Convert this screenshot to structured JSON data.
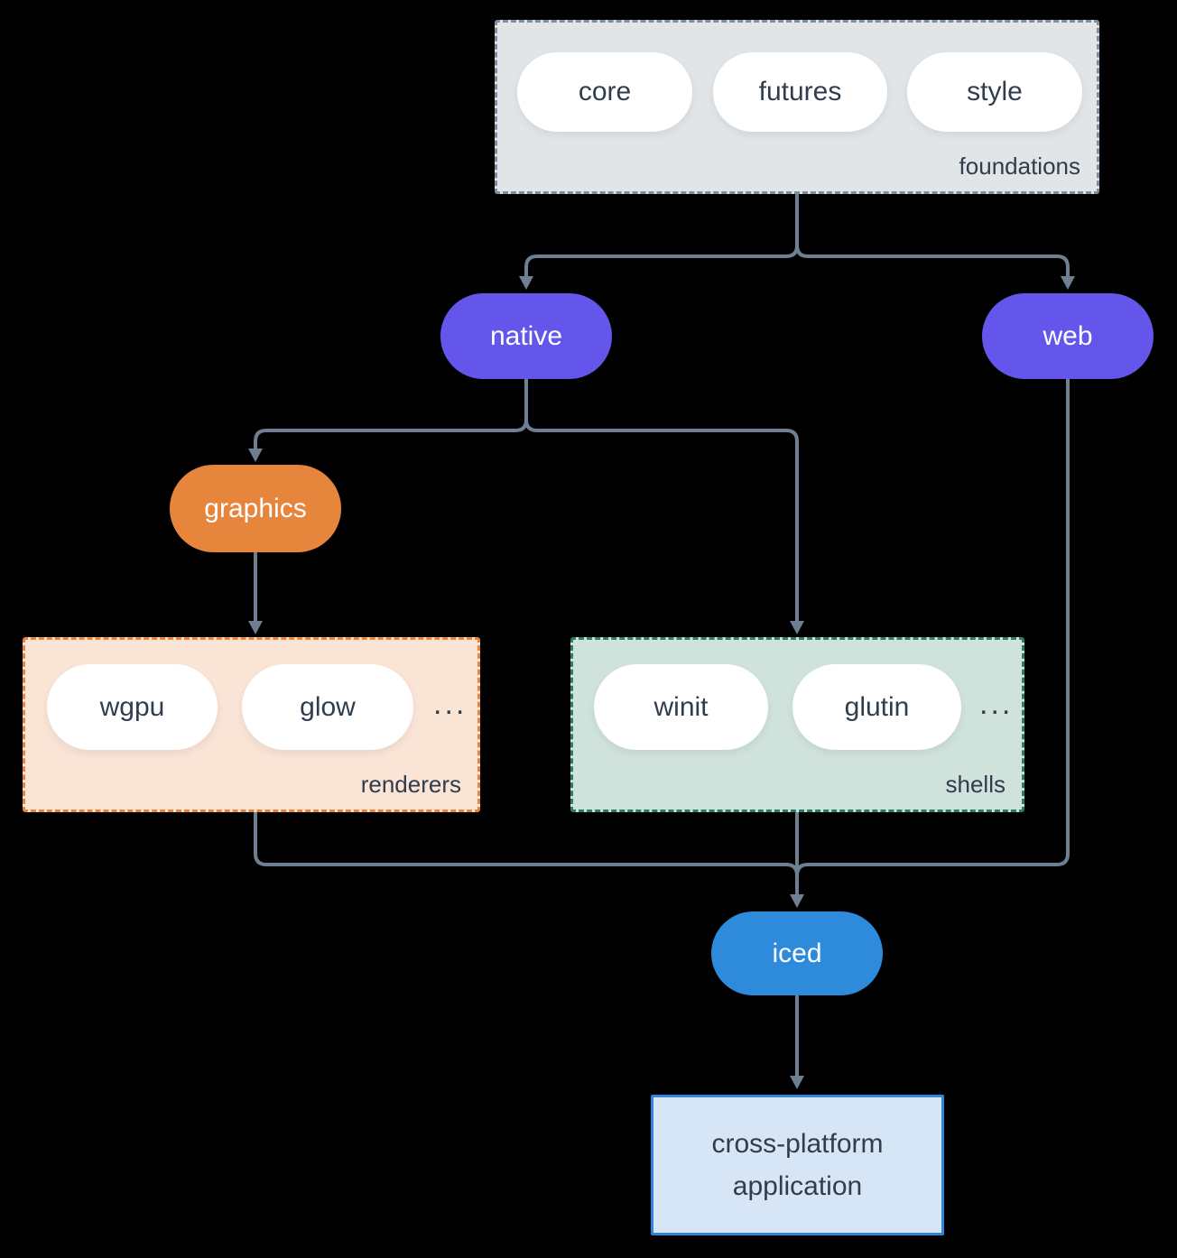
{
  "colors": {
    "background": "#000000",
    "connector": "#6e7f91",
    "foundations_fill": "#e1e5e8",
    "foundations_border": "#7e8da0",
    "node_purple": "#6456eb",
    "node_orange": "#e6853c",
    "node_blue": "#2e8bdc",
    "renderers_fill": "#fae4d6",
    "renderers_border": "#e8843c",
    "shells_fill": "#d0e2dc",
    "shells_border": "#2a7d68",
    "app_fill": "#d7e6f7",
    "app_border": "#2e86d8",
    "text_dark": "#2f3d4c"
  },
  "foundations": {
    "label": "foundations",
    "items": [
      "core",
      "futures",
      "style"
    ]
  },
  "nodes": {
    "native": "native",
    "web": "web",
    "graphics": "graphics",
    "iced": "iced"
  },
  "renderers": {
    "label": "renderers",
    "items": [
      "wgpu",
      "glow"
    ],
    "ellipsis": "..."
  },
  "shells": {
    "label": "shells",
    "items": [
      "winit",
      "glutin"
    ],
    "ellipsis": "..."
  },
  "application": {
    "label": "cross-platform application"
  }
}
